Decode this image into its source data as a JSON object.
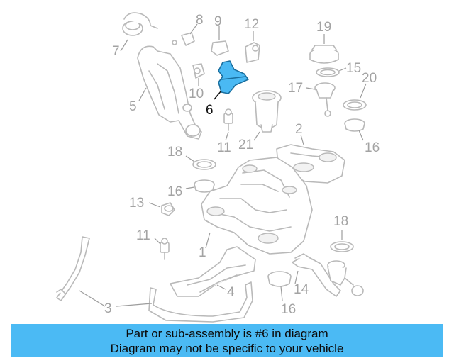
{
  "diagram": {
    "highlight_color": "#4bbaf4",
    "part_stroke_color": "#b9b9b9",
    "highlighted_part": "6",
    "callouts": [
      "1",
      "2",
      "3",
      "4",
      "5",
      "6",
      "7",
      "8",
      "9",
      "10",
      "11",
      "11",
      "12",
      "13",
      "14",
      "15",
      "16",
      "16",
      "16",
      "17",
      "18",
      "18",
      "19",
      "20",
      "21"
    ]
  },
  "banner": {
    "line1": "Part or sub-assembly is #6 in diagram",
    "line2": "Diagram may not be specific to your vehicle"
  }
}
